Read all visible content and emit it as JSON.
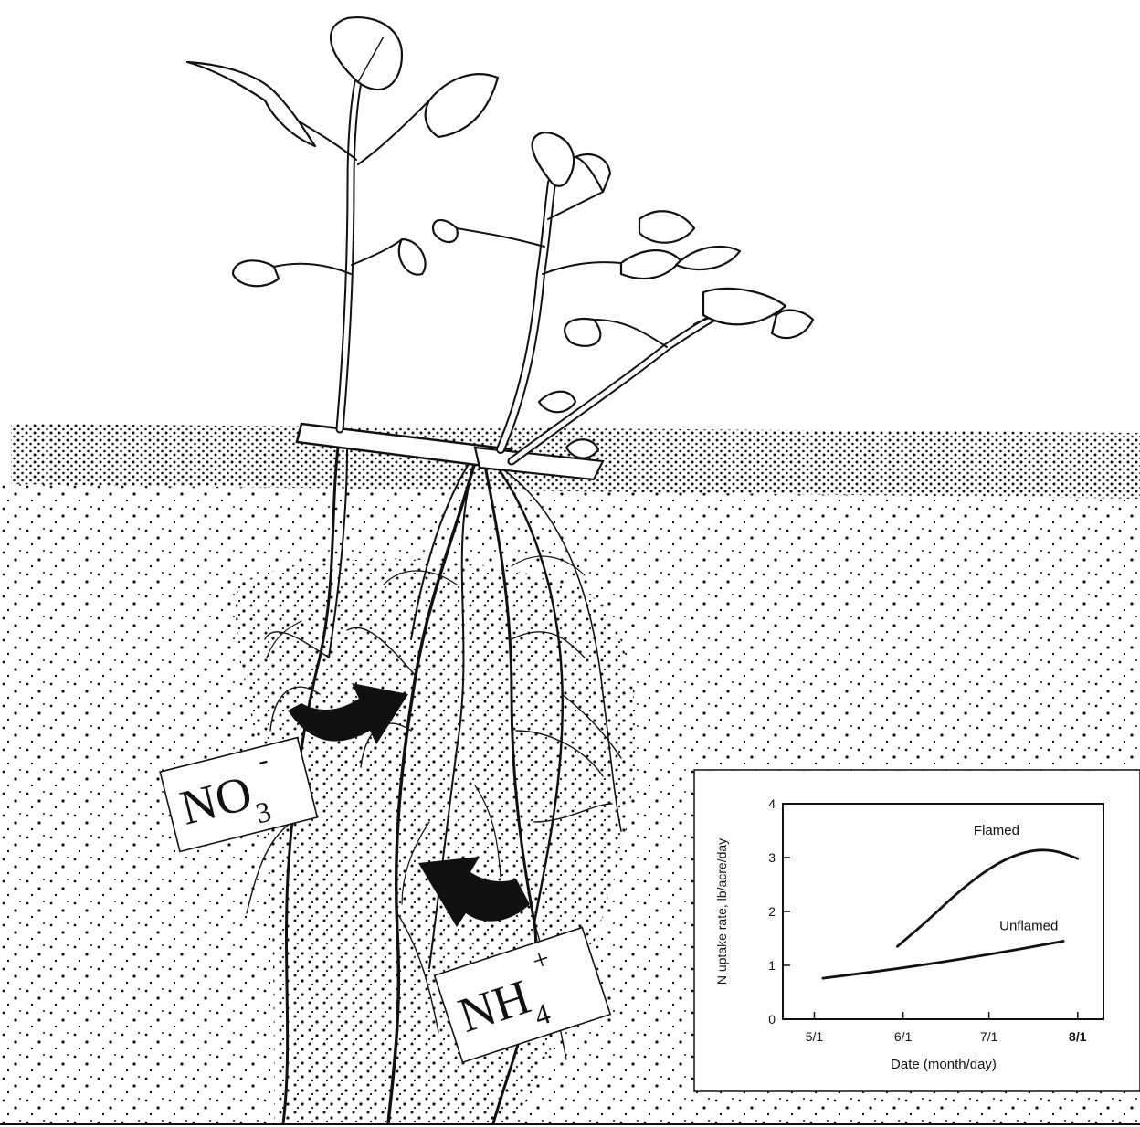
{
  "ions": {
    "nitrate": {
      "base": "NO",
      "subscript": "3",
      "superscript": "-"
    },
    "ammonium": {
      "base": "NH",
      "subscript": "4",
      "superscript": "+"
    }
  },
  "chart_data": {
    "type": "line",
    "xlabel": "Date (month/day)",
    "ylabel": "N uptake rate, lb/acre/day",
    "x_ticks": [
      "5/1",
      "6/1",
      "7/1",
      "8/1"
    ],
    "y_ticks": [
      "0",
      "1",
      "2",
      "3",
      "4"
    ],
    "xlim": [
      "4/20",
      "8/10"
    ],
    "ylim": [
      0,
      4
    ],
    "grid": false,
    "series": [
      {
        "name": "Flamed",
        "x": [
          "5/30",
          "6/10",
          "6/20",
          "7/1",
          "7/10",
          "7/18",
          "7/25",
          "8/1"
        ],
        "y": [
          1.35,
          1.85,
          2.35,
          2.8,
          3.05,
          3.15,
          3.12,
          2.98
        ]
      },
      {
        "name": "Unflamed",
        "x": [
          "5/4",
          "6/1",
          "7/1",
          "7/27"
        ],
        "y": [
          0.76,
          0.95,
          1.2,
          1.45
        ]
      }
    ]
  }
}
